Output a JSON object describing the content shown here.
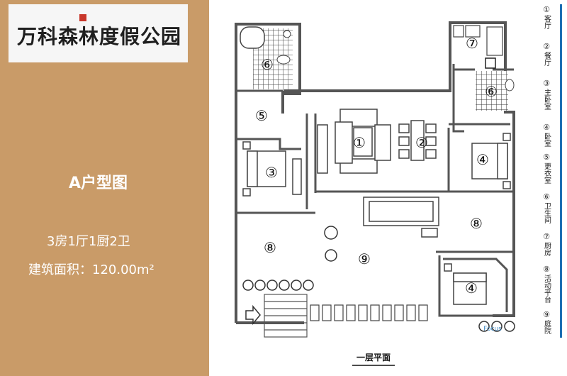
{
  "logo": {
    "text": "万科森林度假公园"
  },
  "plan": {
    "title": "A户型图",
    "rooms": "3房1厅1厨2卫",
    "area": "建筑面积：120.00m²",
    "floor_label": "一层平面",
    "watermark": "Focus"
  },
  "room_markers": [
    {
      "num": "①"
    },
    {
      "num": "②"
    },
    {
      "num": "③"
    },
    {
      "num": "④"
    },
    {
      "num": "④"
    },
    {
      "num": "⑤"
    },
    {
      "num": "⑥"
    },
    {
      "num": "⑥"
    },
    {
      "num": "⑦"
    },
    {
      "num": "⑧"
    },
    {
      "num": "⑧"
    },
    {
      "num": "⑨"
    }
  ],
  "legend": [
    {
      "num": "①",
      "text": "客厅"
    },
    {
      "num": "②",
      "text": "餐厅"
    },
    {
      "num": "③",
      "text": "主卧室"
    },
    {
      "num": "④",
      "text": "卧室"
    },
    {
      "num": "⑤",
      "text": "更衣室"
    },
    {
      "num": "⑥",
      "text": "卫生间"
    },
    {
      "num": "⑦",
      "text": "厨房"
    },
    {
      "num": "⑧",
      "text": "活动平台"
    },
    {
      "num": "⑨",
      "text": "庭院"
    }
  ],
  "colors": {
    "panel": "#c99b68",
    "wall": "#555555",
    "legend_line": "#1c6fb3",
    "tile": "#3a3a3a"
  }
}
